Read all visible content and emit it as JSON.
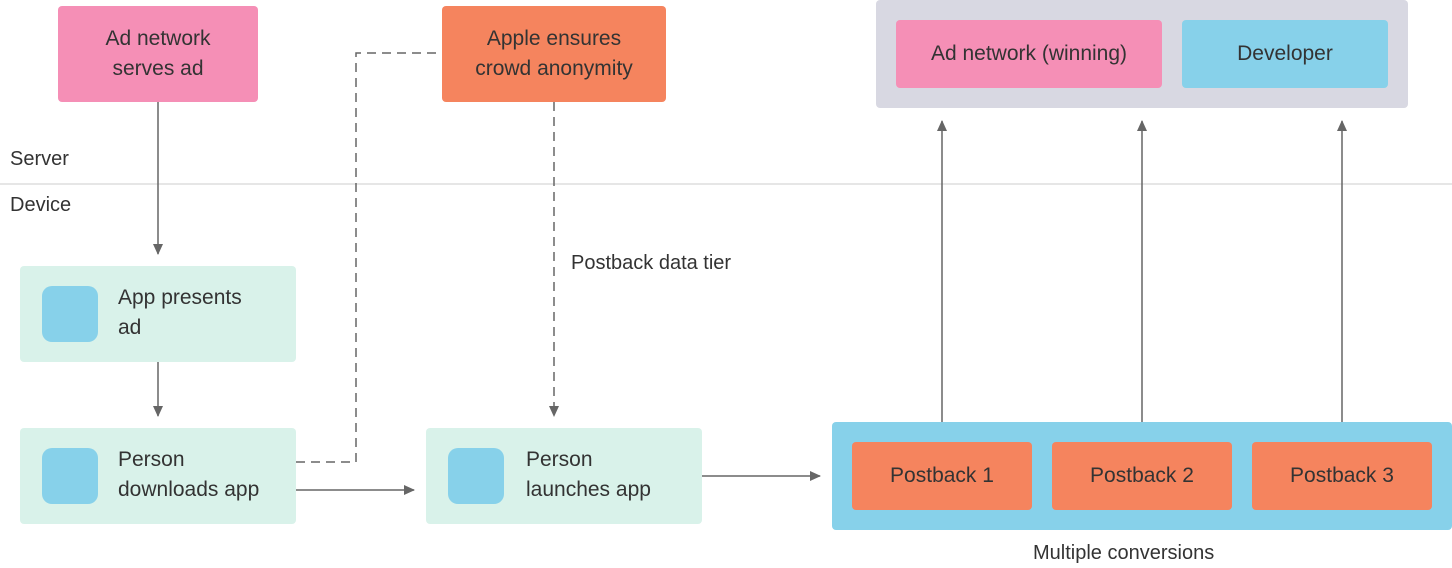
{
  "server": {
    "ad_network_serves_ad": {
      "line1": "Ad network",
      "line2": "serves ad"
    },
    "apple_anonymity": {
      "line1": "Apple ensures",
      "line2": "crowd anonymity"
    },
    "recipients": {
      "ad_network": "Ad network (winning)",
      "developer": "Developer"
    }
  },
  "zones": {
    "server": "Server",
    "device": "Device"
  },
  "device": {
    "app_presents_ad": {
      "line1": "App presents",
      "line2": "ad"
    },
    "person_downloads": {
      "line1": "Person",
      "line2": "downloads app"
    },
    "person_launches": {
      "line1": "Person",
      "line2": "launches app"
    }
  },
  "postback_data_tier": "Postback data tier",
  "postbacks": [
    "Postback 1",
    "Postback 2",
    "Postback 3"
  ],
  "multiple_conversions": "Multiple conversions",
  "colors": {
    "pink": "#f58fb6",
    "orange": "#f5845e",
    "blue": "#87d1ea",
    "mint": "#d9f2ea",
    "grey": "#d8d8e2",
    "line": "#666666"
  }
}
